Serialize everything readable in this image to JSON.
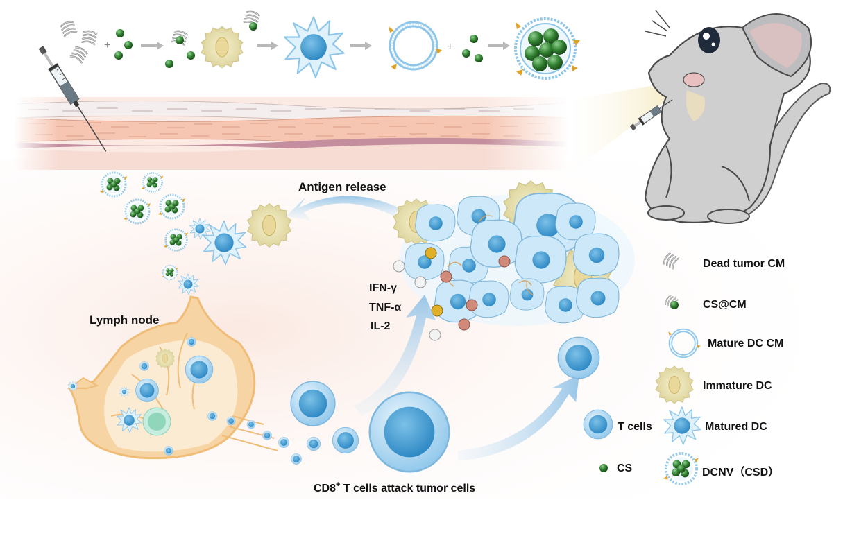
{
  "labels": {
    "antigen_release": "Antigen release",
    "lymph_node": "Lymph node",
    "cytokines": [
      "IFN-γ",
      "TNF-α",
      "IL-2"
    ],
    "cd8_prefix": "CD8",
    "cd8_sup": "+",
    "cd8_suffix": " T cells attack tumor cells"
  },
  "legend": {
    "dead_tumor_cm": "Dead tumor CM",
    "cs_at_cm": "CS@CM",
    "mature_dc_cm": "Mature DC CM",
    "immature_dc": "Immature DC",
    "t_cells": "T cells",
    "matured_dc": "Matured DC",
    "cs": "CS",
    "dcnv": "DCNV（CSD）"
  },
  "colors": {
    "cs_green": "#2e7d2e",
    "membrane_blue": "#9ccbe6",
    "immature_dc": "#e6e0b0",
    "t_cell": "#6fb0dc",
    "lymph": "#f3c98a",
    "skin_pink": "#f2b9a6",
    "tumor_blue": "#a9d6ef",
    "membrane_grey": "#9b9b9b",
    "gold": "#e0a127"
  },
  "icons": [
    "syringe-icon",
    "mouse-icon",
    "dead-tumor-membrane-icon",
    "cs-sphere-icon",
    "mature-dc-membrane-icon",
    "immature-dc-icon",
    "matured-dc-icon",
    "t-cell-icon",
    "dcnv-icon",
    "tumor-mass-icon",
    "lymph-node-icon",
    "cytokine-bead-icon"
  ]
}
